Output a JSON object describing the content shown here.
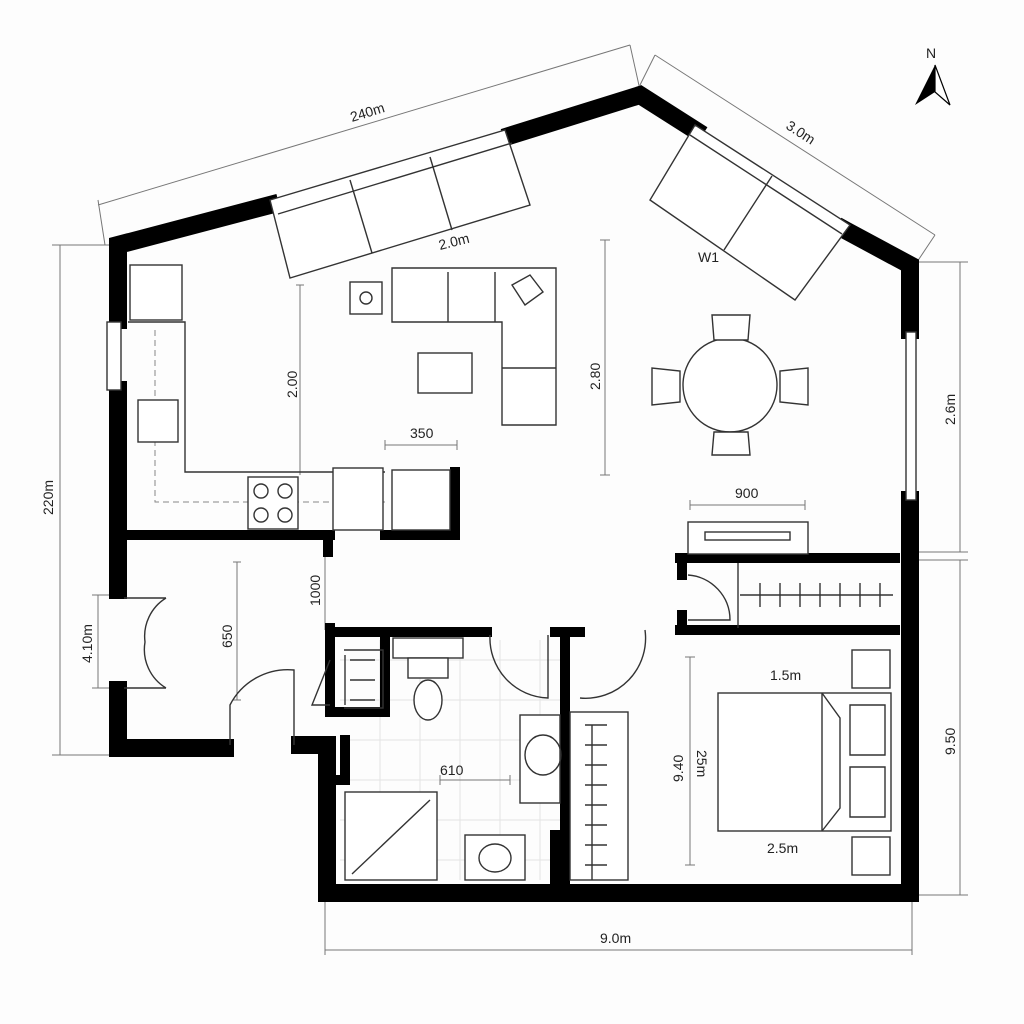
{
  "compass": {
    "label": "N",
    "icon": "north-arrow-icon"
  },
  "dimensions": {
    "top_left_wall": "240m",
    "top_right_wall": "3.0m",
    "window_top": "2.0m",
    "window_label": "W1",
    "living_height": "2.00",
    "living_right_height": "2.80",
    "sofa_width": "350",
    "right_upper": "2.6m",
    "desk_width": "900",
    "left_overall": "220m",
    "hall_opening": "1000",
    "entry_door": "4.10m",
    "hall_length": "650",
    "bed_top": "1.5m",
    "bed_room_height": "9.40",
    "bed_length": "25m",
    "bath_width": "610",
    "bed_bottom": "2.5m",
    "right_lower": "9.50",
    "bottom_overall": "9.0m"
  }
}
